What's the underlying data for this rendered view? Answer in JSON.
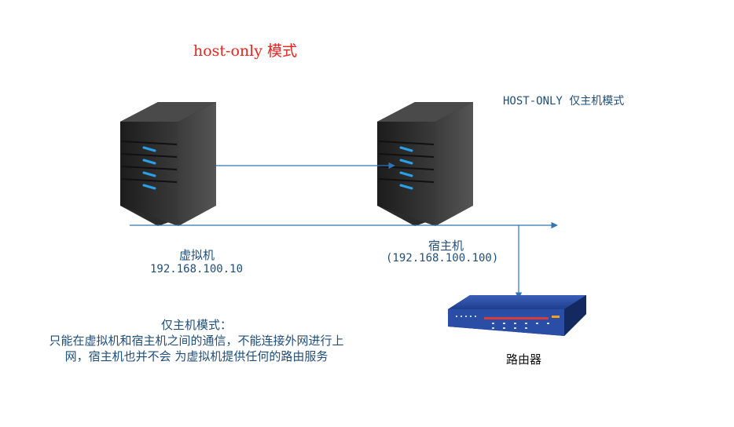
{
  "title": "host-only 模式",
  "mode_label": "HOST-ONLY 仅主机模式",
  "vm": {
    "name": "虚拟机",
    "ip": "192.168.100.10"
  },
  "host": {
    "name": "宿主机",
    "ip": "(192.168.100.100)"
  },
  "router": {
    "name": "路由器"
  },
  "description": {
    "line1": "仅主机模式：",
    "line2": "只能在虚拟机和宿主机之间的通信，不能连接外网进行上",
    "line3": "网，宿主机也并不会 为虚拟机提供任何的路由服务"
  },
  "colors": {
    "title": "#e8231c",
    "label": "#1f4e79",
    "connector": "#2e75b6",
    "server_body": "#2b2b2b",
    "server_led": "#2aa0e8",
    "router_body": "#1f3f8f"
  },
  "icons": [
    "server-icon",
    "server-icon",
    "router-icon"
  ]
}
